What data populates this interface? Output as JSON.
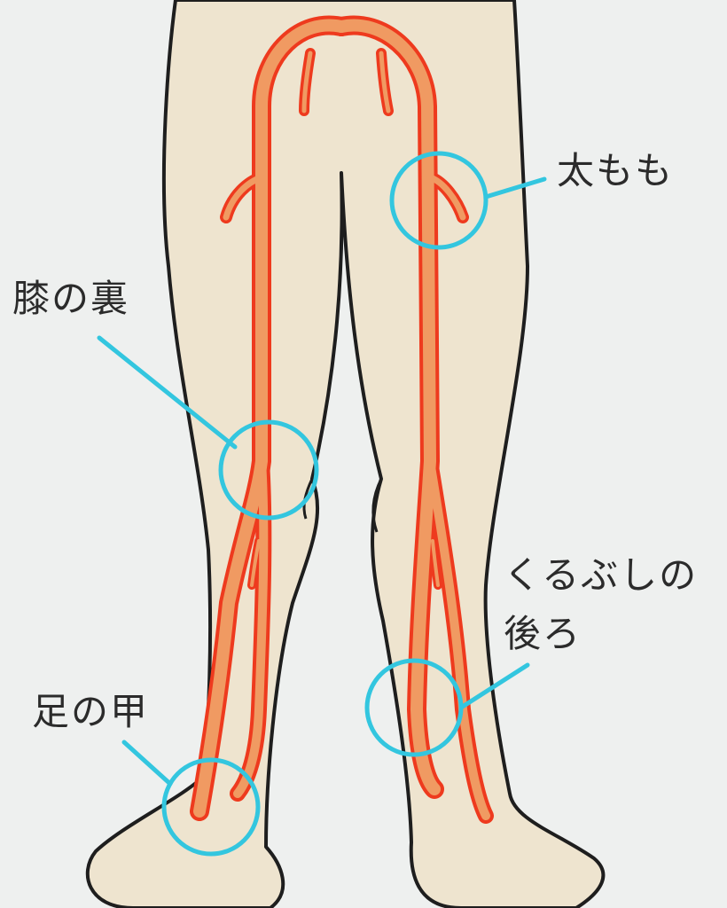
{
  "labels": {
    "thigh": "太もも",
    "back_of_knee": "膝の裏",
    "back_of_ankle_line1": "くるぶしの",
    "back_of_ankle_line2": "後ろ",
    "top_of_foot": "足の甲"
  },
  "colors": {
    "background": "#eef0ef",
    "skin": "#eee4cf",
    "outline": "#1e1e1e",
    "vessel_fill": "#f09a62",
    "vessel_edge": "#ee3a1e",
    "marker": "#33c6df"
  }
}
